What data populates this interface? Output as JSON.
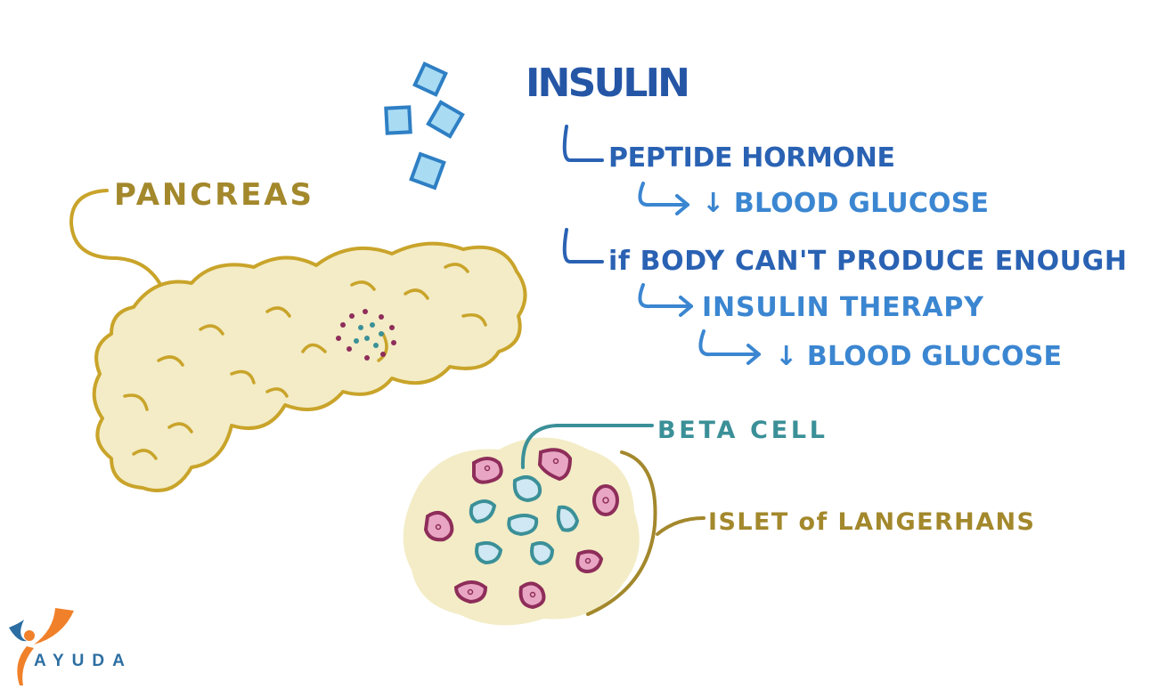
{
  "title": "INSULIN",
  "notes": [
    {
      "text": "PEPTIDE HORMONE"
    },
    {
      "text": "↓ BLOOD GLUCOSE"
    },
    {
      "text": "if BODY CAN'T PRODUCE ENOUGH"
    },
    {
      "text": "INSULIN THERAPY"
    },
    {
      "text": "↓ BLOOD GLUCOSE"
    }
  ],
  "labels": {
    "pancreas": "PANCREAS",
    "beta_cell": "BETA CELL",
    "islet": "ISLET of LANGERHANS"
  },
  "logo": {
    "text": "AYUDA"
  },
  "colors": {
    "title_blue": "#2556a6",
    "dark_blue": "#2a62b3",
    "light_blue": "#3b86d1",
    "teal": "#3b9098",
    "olive": "#a3882c",
    "pancreas_fill": "#f3ecc6",
    "pancreas_stroke": "#c9a42a",
    "alpha_cell": "#e9a6c4",
    "beta_cell": "#cfe8f3",
    "logo_orange": "#f0812a",
    "logo_blue": "#2c6ea2"
  }
}
